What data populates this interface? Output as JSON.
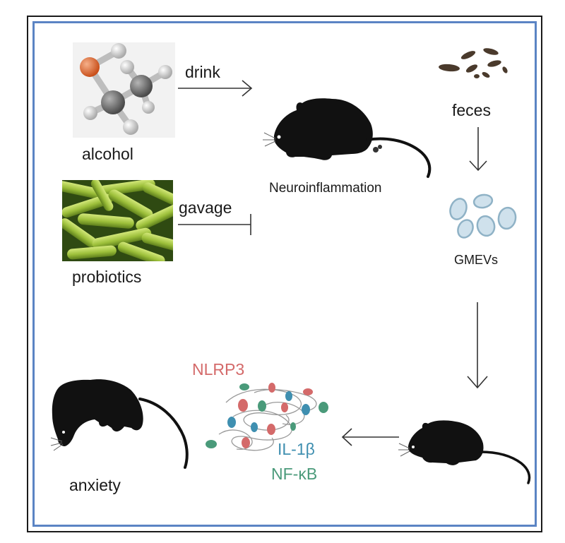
{
  "labels": {
    "alcohol": "alcohol",
    "drink": "drink",
    "neuroinflammation": "Neuroinflammation",
    "feces": "feces",
    "gavage": "gavage",
    "probiotics": "probiotics",
    "gmevs": "GMEVs",
    "anxiety": "anxiety"
  },
  "markers": {
    "nlrp3": "NLRP3",
    "il1b": "IL-1β",
    "nfkb": "NF-κB"
  },
  "colors": {
    "frame_outer": "#1a1a1a",
    "frame_inner": "#5b84c4",
    "oxygen_atom": "#e06a2c",
    "carbon_atom": "#6b6b6b",
    "hydrogen_atom": "#cfcfcf",
    "bacteria_green": "#9cbf3a",
    "vesicle_fill": "#cfe1ec",
    "vesicle_stroke": "#8fb2c6",
    "nlrp3_red": "#d46a6a",
    "il1b_blue": "#3f8fb0",
    "nfkb_green": "#4a9a7a",
    "mouse": "#111111"
  }
}
